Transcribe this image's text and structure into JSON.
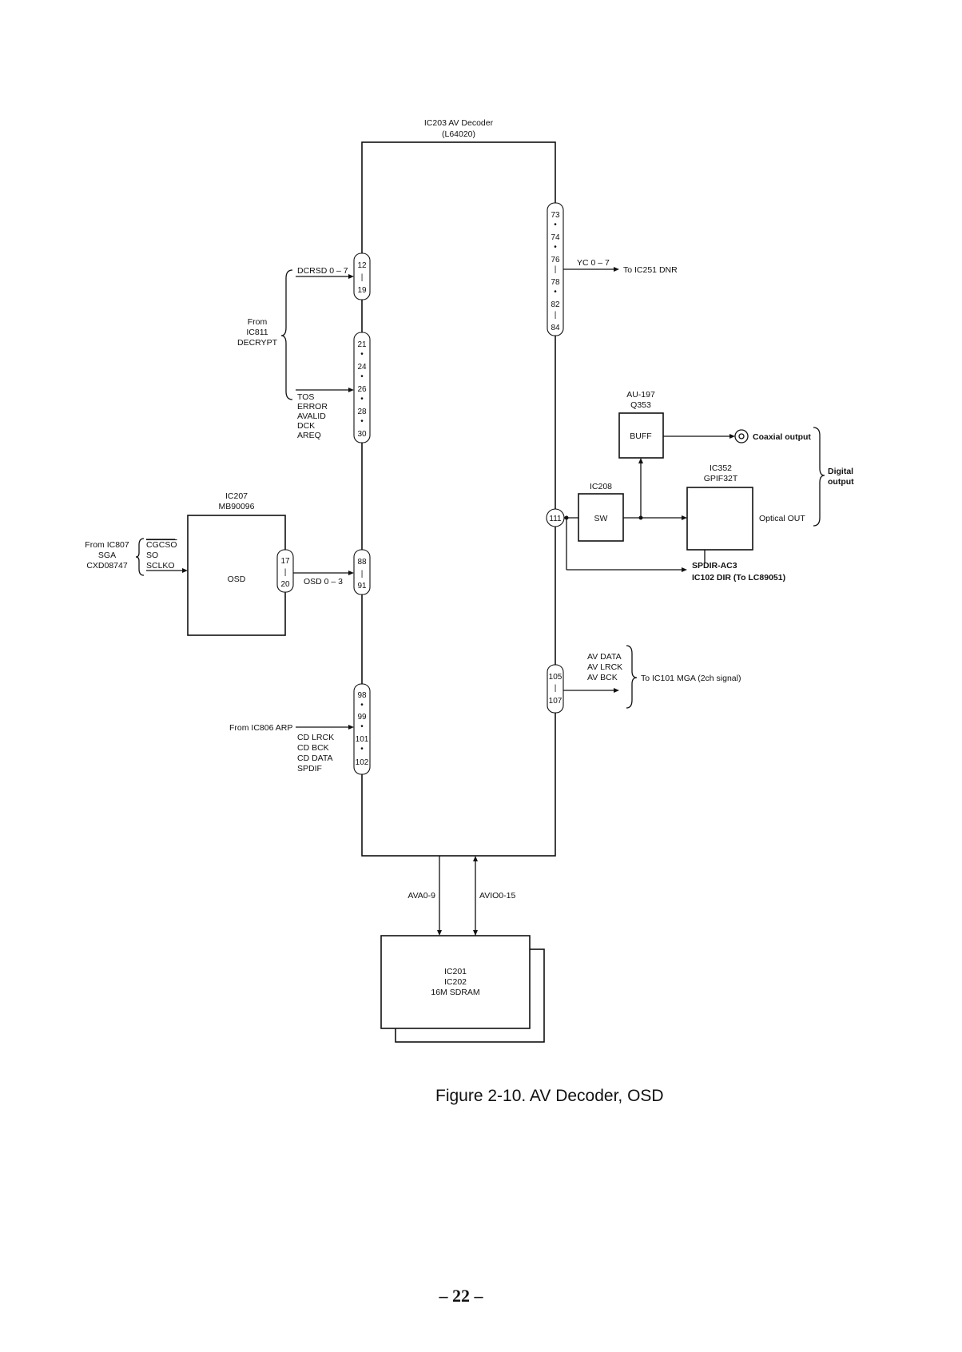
{
  "av_decoder": {
    "name": "IC203 AV Decoder",
    "part": "(L64020)"
  },
  "pins": {
    "dcrsd": [
      "12",
      "|",
      "19"
    ],
    "from_ic811": [
      "21",
      "•",
      "24",
      "•",
      "26",
      "•",
      "28",
      "•",
      "30"
    ],
    "osd_in": [
      "88",
      "|",
      "91"
    ],
    "arp_in": [
      "98",
      "•",
      "99",
      "•",
      "101",
      "•",
      "102"
    ],
    "yc_out": [
      "73",
      "•",
      "74",
      "•",
      "76",
      "|",
      "78",
      "•",
      "82",
      "|",
      "84"
    ],
    "spdif_out": "111",
    "av_out": [
      "105",
      "|",
      "107"
    ],
    "osd_chip": [
      "17",
      "|",
      "20"
    ]
  },
  "signals": {
    "dcrsd": "DCRSD 0 – 7",
    "ic811_list": [
      "TOS",
      "ERROR",
      "AVALID",
      "DCK",
      "AREQ"
    ],
    "from_ic811": [
      "From",
      "IC811",
      "DECRYPT"
    ],
    "osd_bus": "OSD 0 – 3",
    "from_ic807": [
      "From IC807",
      "SGA",
      "CXD08747"
    ],
    "ic807_list": [
      "CGCSO",
      "SO",
      "SCLKO"
    ],
    "from_ic806": "From IC806 ARP",
    "ic806_list": [
      "CD LRCK",
      "CD BCK",
      "CD DATA",
      "SPDIF"
    ],
    "yc": "YC 0 – 7",
    "to_dnr": "To IC251 DNR",
    "av_list": [
      "AV DATA",
      "AV LRCK",
      "AV BCK"
    ],
    "to_mga": "To IC101 MGA (2ch signal)",
    "ava": "AVA0-9",
    "avio": "AVIO0-15"
  },
  "blocks": {
    "osd": {
      "name": "IC207",
      "part": "MB90096",
      "label": "OSD"
    },
    "buff": {
      "name": "AU-197",
      "part": "Q353",
      "label": "BUFF"
    },
    "sw": {
      "name": "IC208",
      "label": "SW"
    },
    "ic352": {
      "name": "IC352",
      "part": "GPIF32T",
      "label": "Optical OUT"
    },
    "sdram": {
      "lines": [
        "IC201",
        "IC202",
        "16M SDRAM"
      ]
    }
  },
  "outputs": {
    "coaxial": "Coaxial output",
    "digital": [
      "Digital",
      "output"
    ],
    "spdir": "SPDIR-AC3",
    "ic102": "IC102 DIR (To LC89051)"
  },
  "caption": "Figure 2-10.  AV Decoder, OSD",
  "page_number": "– 22 –"
}
